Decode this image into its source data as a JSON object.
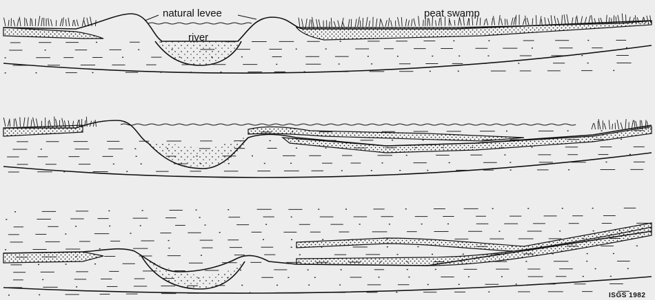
{
  "labels": {
    "natural_levee": "natural levee",
    "river": "river",
    "peat_swamp": "peat swamp",
    "credit": "ISGS 1982"
  },
  "colors": {
    "background": "#ededed",
    "ink": "#111111",
    "sand_fill": "#bdbdbd"
  },
  "panels": [
    {
      "name": "stage-1-active-river-with-peat-swamp"
    },
    {
      "name": "stage-2-flooding-and-sediment-splay"
    },
    {
      "name": "stage-3-burial-by-overlying-sediments"
    }
  ],
  "icons": [
    "grass-tuft-icon",
    "water-surface-icon",
    "sand-stipple-pattern",
    "shale-dash-pattern"
  ]
}
